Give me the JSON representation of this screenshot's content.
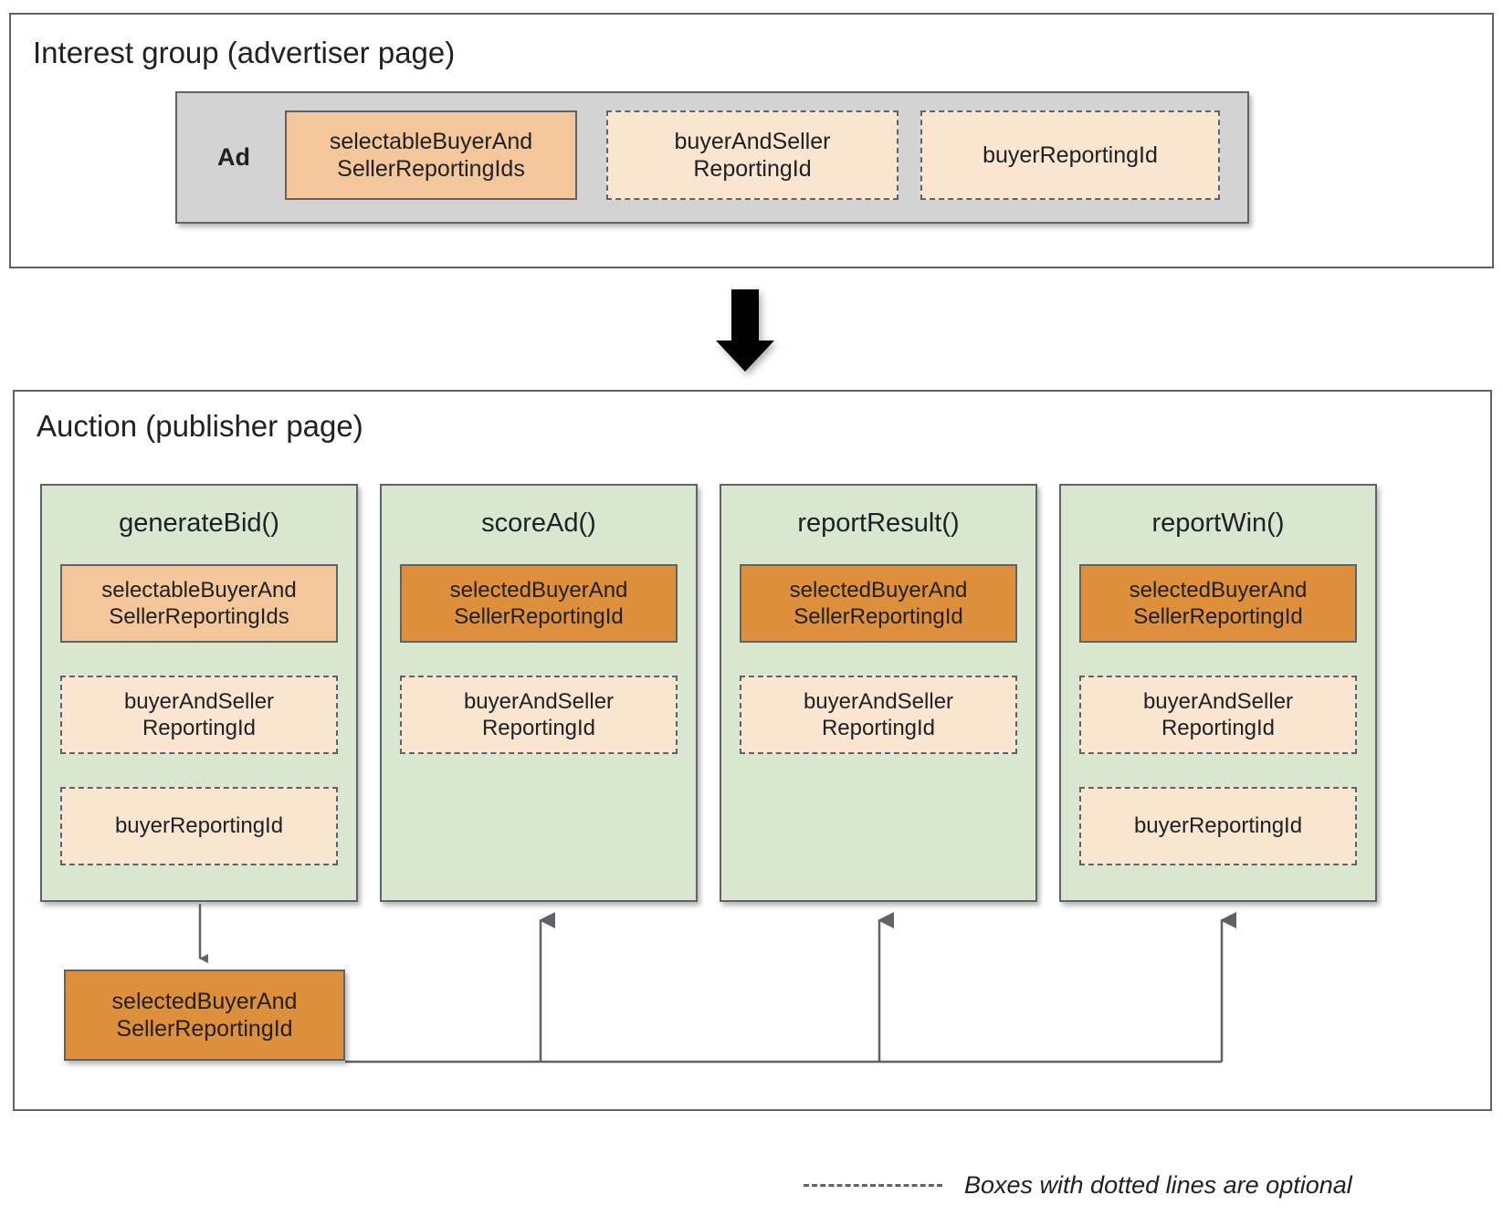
{
  "diagram": {
    "title_top": "Interest group (advertiser page)",
    "title_bottom": "Auction (publisher page)"
  },
  "interest_group": {
    "ad_label": "Ad",
    "boxes": [
      {
        "label": "selectableBuyerAndSellerReportingIds",
        "line1": "selectableBuyerAnd",
        "line2": "SellerReportingIds",
        "style": "solid-orange-light"
      },
      {
        "label": "buyerAndSellerReportingId",
        "line1": "buyerAndSeller",
        "line2": "ReportingId",
        "style": "dashed-peach"
      },
      {
        "label": "buyerReportingId",
        "line1": "buyerReportingId",
        "line2": "",
        "style": "dashed-peach"
      }
    ]
  },
  "auction": {
    "columns": [
      {
        "name": "generateBid()",
        "items": [
          {
            "line1": "selectableBuyerAnd",
            "line2": "SellerReportingIds",
            "style": "solid-orange-light"
          },
          {
            "line1": "buyerAndSeller",
            "line2": "ReportingId",
            "style": "dashed-peach"
          },
          {
            "line1": "buyerReportingId",
            "line2": "",
            "style": "dashed-peach"
          }
        ]
      },
      {
        "name": "scoreAd()",
        "items": [
          {
            "line1": "selectedBuyerAnd",
            "line2": "SellerReportingId",
            "style": "solid-orange-dark"
          },
          {
            "line1": "buyerAndSeller",
            "line2": "ReportingId",
            "style": "dashed-peach"
          }
        ]
      },
      {
        "name": "reportResult()",
        "items": [
          {
            "line1": "selectedBuyerAnd",
            "line2": "SellerReportingId",
            "style": "solid-orange-dark"
          },
          {
            "line1": "buyerAndSeller",
            "line2": "ReportingId",
            "style": "dashed-peach"
          }
        ]
      },
      {
        "name": "reportWin()",
        "items": [
          {
            "line1": "selectedBuyerAnd",
            "line2": "SellerReportingId",
            "style": "solid-orange-dark"
          },
          {
            "line1": "buyerAndSeller",
            "line2": "ReportingId",
            "style": "dashed-peach"
          },
          {
            "line1": "buyerReportingId",
            "line2": "",
            "style": "dashed-peach"
          }
        ]
      }
    ],
    "result_box": {
      "line1": "selectedBuyerAnd",
      "line2": "SellerReportingId"
    }
  },
  "legend": {
    "text": "Boxes with dotted lines are optional"
  },
  "colors": {
    "border": "#5f6368",
    "ad_strip": "#d3d3d3",
    "column_fill": "#d9e7d1",
    "orange_light": "#f4c79a",
    "orange_dark": "#de8f3c",
    "peach": "#fae5d0",
    "arrow": "#000000",
    "connector": "#5f6368"
  }
}
